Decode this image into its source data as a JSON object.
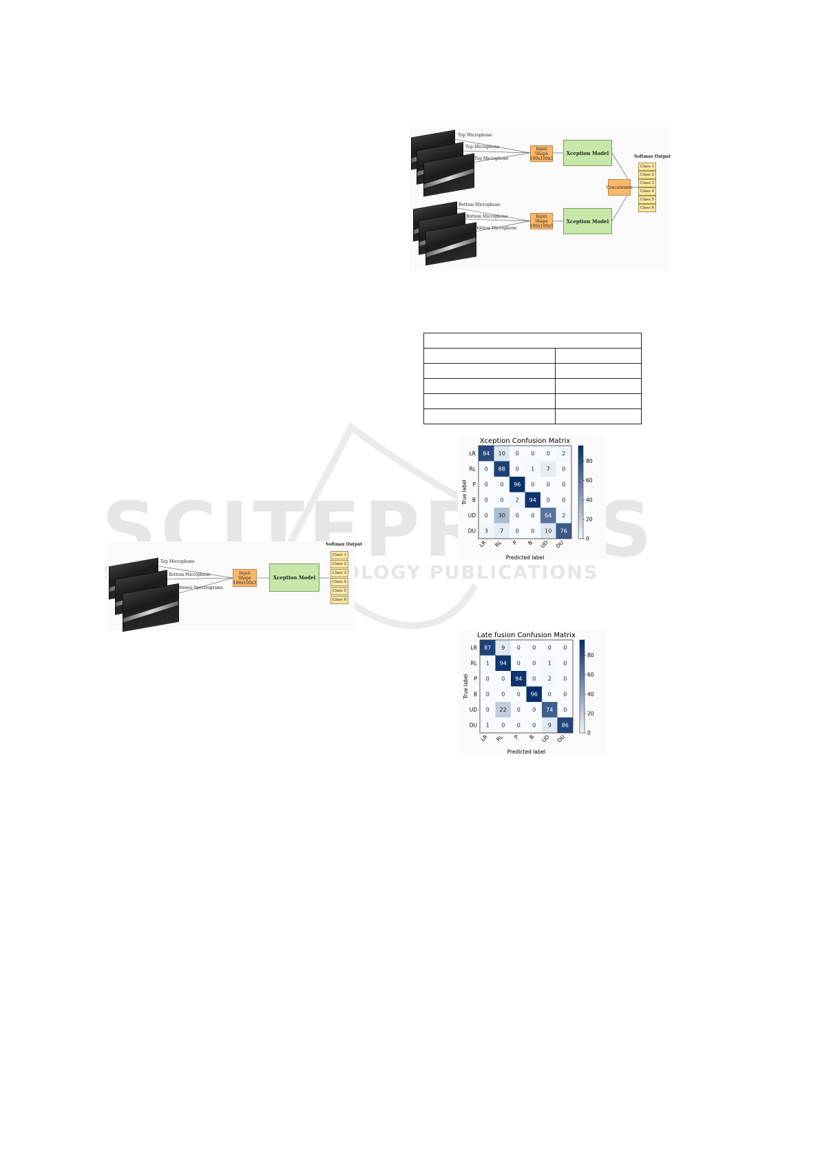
{
  "watermark": {
    "main": "SCITEPRESS",
    "sub": "SCIENCE AND TECHNOLOGY PUBLICATIONS"
  },
  "fig_late_fusion": {
    "top_labels": [
      "Top Microphone",
      "Top Microphone",
      "Top Microphone"
    ],
    "bottom_labels": [
      "Bottom Microphone",
      "Bottom Microphone",
      "Bottom Microphone"
    ],
    "input_label": "Input Shape 100x100x3",
    "model_label": "Xception Model",
    "concat_label": "Concatenate",
    "softmax_title": "Softmax Output",
    "classes": [
      "Class 1",
      "Class 2",
      "Class 3",
      "Class 4",
      "Class 5",
      "Class 6"
    ]
  },
  "fig_single": {
    "labels": [
      "Top Microphone",
      "Bottom Microphone",
      "Stereo Spectrograms"
    ],
    "input_label": "Input Shape 100x100x3",
    "model_label": "Xception Model",
    "softmax_title": "Softmax Output",
    "classes": [
      "Class 1",
      "Class 2",
      "Class 3",
      "Class 4",
      "Class 5",
      "Class 6"
    ]
  },
  "colors": {
    "cmap_low": "#f7fbff",
    "cmap_high": "#08306b",
    "input": "#f9b76a",
    "model": "#c7e8a8",
    "class": "#fbe7a4"
  },
  "chart_data": [
    {
      "type": "heatmap",
      "title": "Xception Confusion Matrix",
      "xlabel": "Predicted label",
      "ylabel": "True label",
      "categories": [
        "LR",
        "RL",
        "P",
        "B",
        "UD",
        "DU"
      ],
      "values": [
        [
          84,
          10,
          0,
          0,
          0,
          2
        ],
        [
          0,
          88,
          0,
          1,
          7,
          0
        ],
        [
          0,
          0,
          96,
          0,
          0,
          0
        ],
        [
          0,
          0,
          2,
          94,
          0,
          0
        ],
        [
          0,
          30,
          0,
          0,
          64,
          2
        ],
        [
          3,
          7,
          0,
          0,
          10,
          76
        ]
      ],
      "colorbar_ticks": [
        0,
        20,
        40,
        60,
        80
      ],
      "vmax": 96
    },
    {
      "type": "heatmap",
      "title": "Late fusion Confusion Matrix",
      "xlabel": "Predicted label",
      "ylabel": "True label",
      "categories": [
        "LR",
        "RL",
        "P",
        "B",
        "UD",
        "DU"
      ],
      "values": [
        [
          87,
          9,
          0,
          0,
          0,
          0
        ],
        [
          1,
          94,
          0,
          0,
          1,
          0
        ],
        [
          0,
          0,
          94,
          0,
          2,
          0
        ],
        [
          0,
          0,
          0,
          96,
          0,
          0
        ],
        [
          0,
          22,
          0,
          0,
          74,
          0
        ],
        [
          1,
          0,
          0,
          0,
          9,
          86
        ]
      ],
      "colorbar_ticks": [
        0,
        20,
        40,
        60,
        80
      ],
      "vmax": 96
    }
  ]
}
